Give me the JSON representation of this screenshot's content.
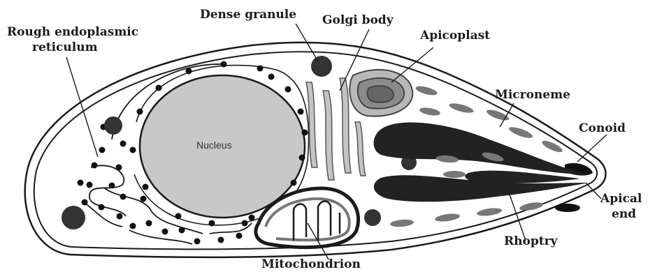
{
  "labels": {
    "rough_er_1": "Rough endoplasmic",
    "rough_er_2": "reticulum",
    "dense_granule": "Dense granule",
    "golgi_body": "Golgi body",
    "apicoplast": "Apicoplast",
    "microneme": "Microneme",
    "conoid": "Conoid",
    "apical_end_1": "Apical",
    "apical_end_2": "end",
    "rhoptry": "Rhoptry",
    "mitochondrion": "Mitochondrion",
    "nucleus": "Nucleus"
  },
  "colors": {
    "outline": "#1a1a1a",
    "nucleus_fill": "#c8c8c8",
    "golgi_fill": "#c4c4c4",
    "organelle_dark": "#222222",
    "microneme_fill": "#777777",
    "apicoplast_fill": "#8a8a8a"
  }
}
